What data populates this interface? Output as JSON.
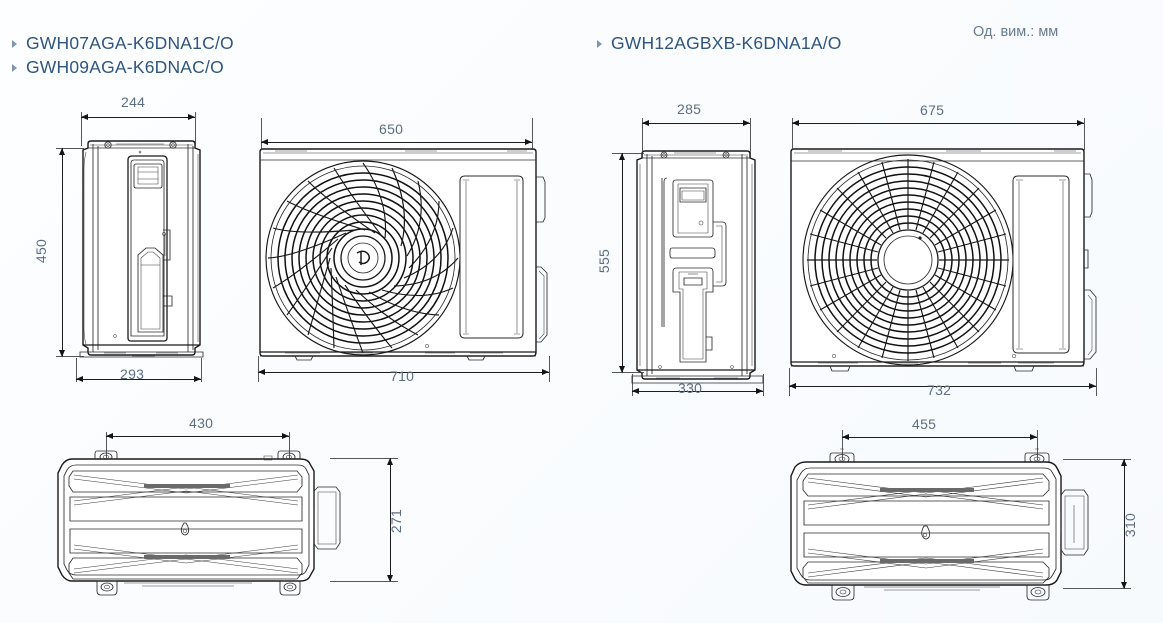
{
  "meta": {
    "unit_note": "Од. вим.: мм",
    "heading_color": "#2f5580",
    "dimension_color": "#5d6e84",
    "line_color": "#1a1a1a",
    "background_color": "#fbfcfe"
  },
  "left_group": {
    "models": [
      "GWH07AGA-K6DNA1C/O",
      "GWH09AGA-K6DNAC/O"
    ],
    "views": {
      "side": {
        "name": "side-view",
        "top_width": "244",
        "height": "450",
        "bottom_width": "293"
      },
      "front": {
        "name": "front-view",
        "top_width": "650",
        "bottom_width": "710",
        "has_logo": true
      },
      "top": {
        "name": "top-view",
        "width": "430",
        "depth": "271"
      }
    }
  },
  "right_group": {
    "models": [
      "GWH12AGBXB-K6DNA1A/O"
    ],
    "views": {
      "side": {
        "name": "side-view",
        "top_width": "285",
        "height": "555",
        "bottom_width": "330"
      },
      "front": {
        "name": "front-view",
        "top_width": "675",
        "bottom_width": "732",
        "has_logo": false
      },
      "top": {
        "name": "top-view",
        "width": "455",
        "depth": "310"
      }
    }
  }
}
